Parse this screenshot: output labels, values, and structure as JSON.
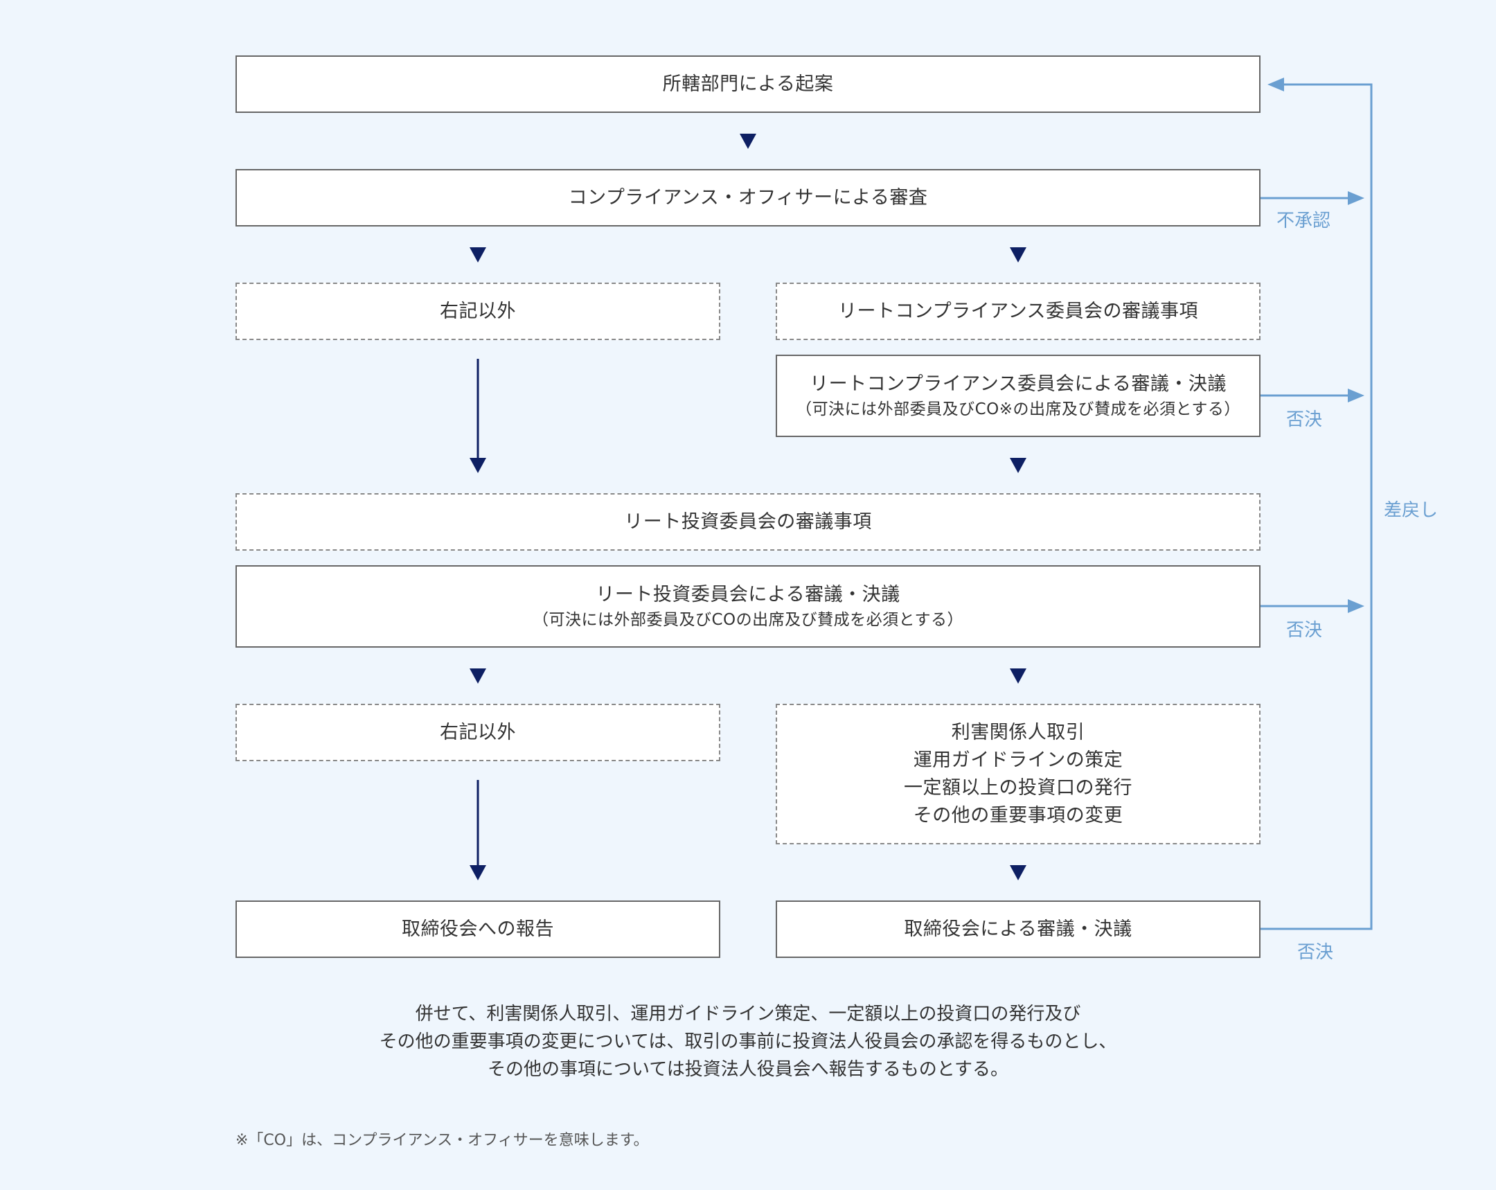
{
  "boxes": {
    "proposal": "所轄部門による起案",
    "co_review": "コンプライアンス・オフィサーによる審査",
    "other_1": "右記以外",
    "reit_compliance_items": "リートコンプライアンス委員会の審議事項",
    "reit_compliance_decision": "リートコンプライアンス委員会による審議・決議",
    "reit_compliance_decision_note": "（可決には外部委員及びCO※の出席及び賛成を必須とする）",
    "reit_invest_items": "リート投資委員会の審議事項",
    "reit_invest_decision": "リート投資委員会による審議・決議",
    "reit_invest_decision_note": "（可決には外部委員及びCOの出席及び賛成を必須とする）",
    "other_2": "右記以外",
    "important_items": [
      "利害関係人取引",
      "運用ガイドラインの策定",
      "一定額以上の投資口の発行",
      "その他の重要事項の変更"
    ],
    "board_report": "取締役会への報告",
    "board_decision": "取締役会による審議・決議"
  },
  "labels": {
    "disapproval": "不承認",
    "rejection_1": "否決",
    "rejection_2": "否決",
    "rejection_3": "否決",
    "return": "差戻し"
  },
  "summary_lines": [
    "併せて、利害関係人取引、運用ガイドライン策定、一定額以上の投資口の発行及び",
    "その他の重要事項の変更については、取引の事前に投資法人役員会の承認を得るものとし、",
    "その他の事項については投資法人役員会へ報告するものとする。"
  ],
  "footnote": "※「CO」は、コンプライアンス・オフィサーを意味します。",
  "colors": {
    "background": "#eff6fd",
    "flow_arrow": "#0d1f63",
    "feedback": "#6a9fd1",
    "box_border": "#666666"
  }
}
